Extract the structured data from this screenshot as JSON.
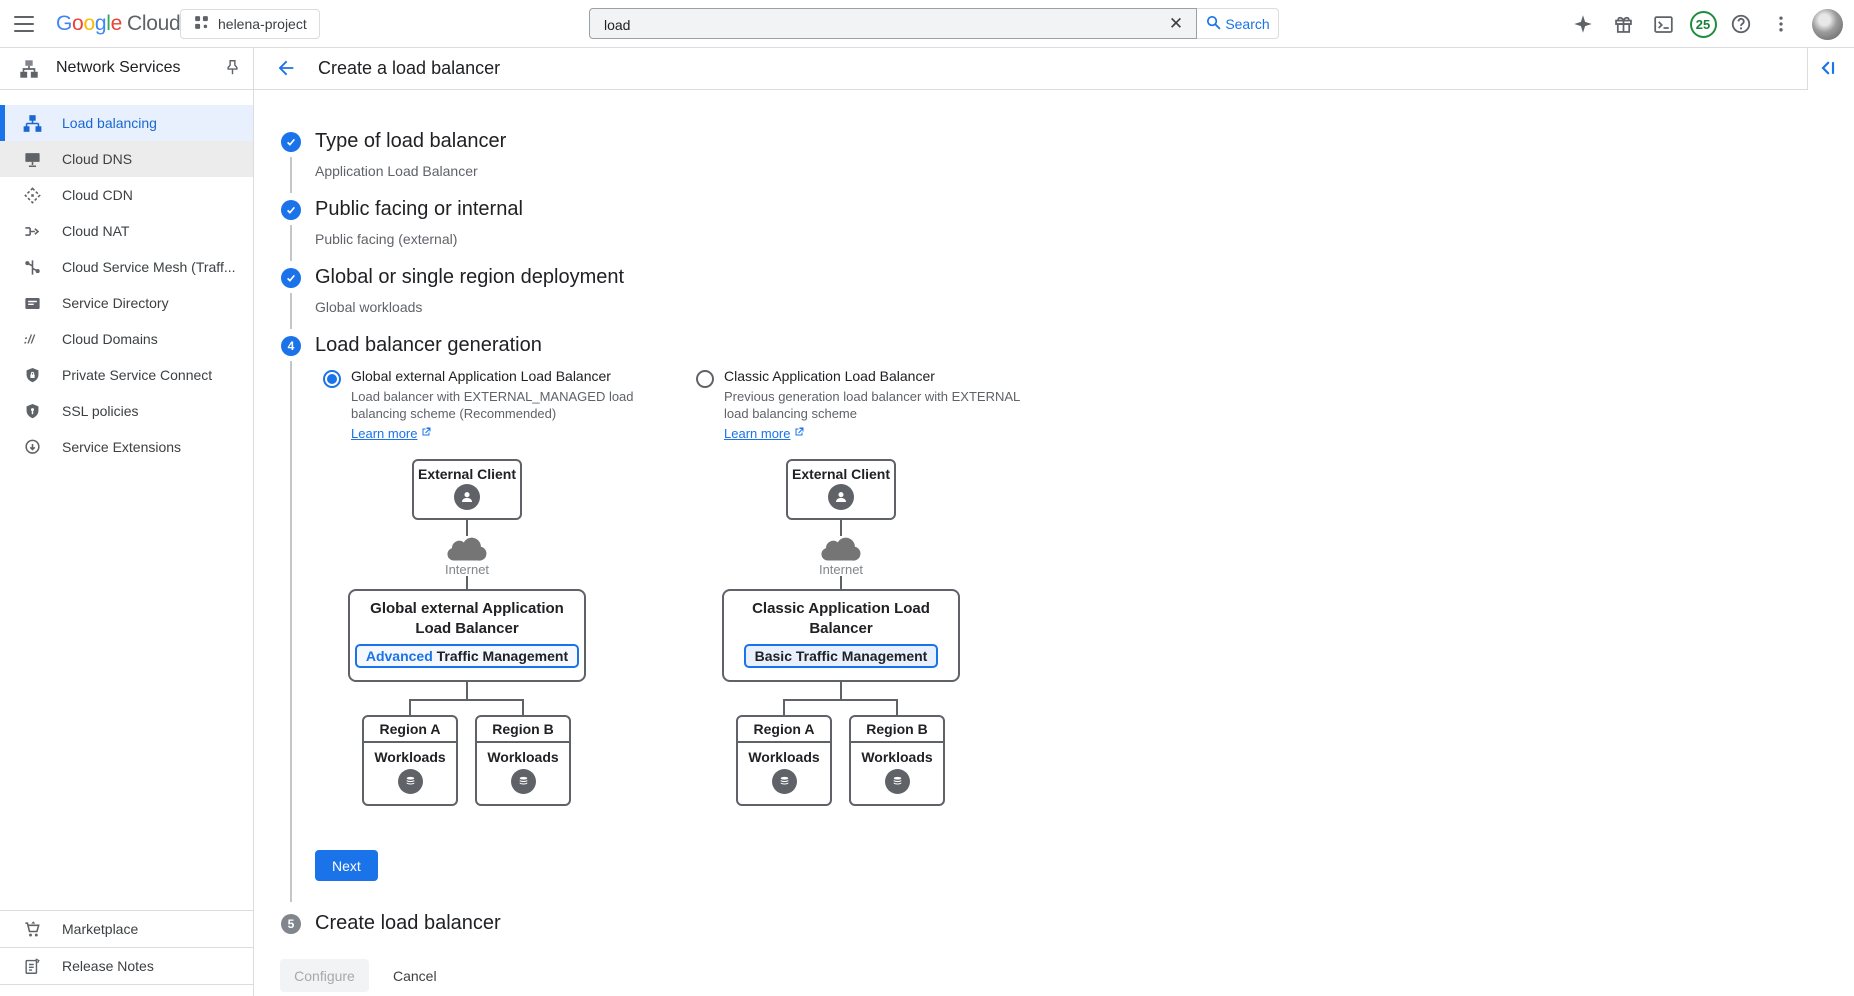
{
  "topbar": {
    "logo": {
      "google_letters": [
        [
          "G",
          "#4285F4"
        ],
        [
          "o",
          "#EA4335"
        ],
        [
          "o",
          "#FBBC04"
        ],
        [
          "g",
          "#4285F4"
        ],
        [
          "l",
          "#34A853"
        ],
        [
          "e",
          "#EA4335"
        ]
      ],
      "cloud_text": "Cloud"
    },
    "project_name": "helena-project",
    "search": {
      "value": "load",
      "button_label": "Search"
    },
    "credits_badge": "25"
  },
  "nav_header": {
    "title": "Network Services"
  },
  "page_header": {
    "title": "Create a load balancer"
  },
  "sidebar": {
    "items": [
      {
        "label": "Load balancing",
        "state": "active"
      },
      {
        "label": "Cloud DNS",
        "state": "hover"
      },
      {
        "label": "Cloud CDN",
        "state": ""
      },
      {
        "label": "Cloud NAT",
        "state": ""
      },
      {
        "label": "Cloud Service Mesh (Traff...",
        "state": ""
      },
      {
        "label": "Service Directory",
        "state": ""
      },
      {
        "label": "Cloud Domains",
        "state": ""
      },
      {
        "label": "Private Service Connect",
        "state": ""
      },
      {
        "label": "SSL policies",
        "state": ""
      },
      {
        "label": "Service Extensions",
        "state": ""
      }
    ],
    "footer_items": [
      {
        "label": "Marketplace"
      },
      {
        "label": "Release Notes"
      }
    ]
  },
  "stepper": {
    "steps": [
      {
        "number": "1",
        "title": "Type of load balancer",
        "value": "Application Load Balancer",
        "state": "done"
      },
      {
        "number": "2",
        "title": "Public facing or internal",
        "value": "Public facing (external)",
        "state": "done"
      },
      {
        "number": "3",
        "title": "Global or single region deployment",
        "value": "Global workloads",
        "state": "done"
      },
      {
        "number": "4",
        "title": "Load balancer generation",
        "state": "current"
      },
      {
        "number": "5",
        "title": "Create load balancer",
        "state": "pending"
      }
    ]
  },
  "generation": {
    "options": [
      {
        "label": "Global external Application Load Balancer",
        "description": "Load balancer with EXTERNAL_MANAGED load balancing scheme (Recommended)",
        "learn_more_label": "Learn more",
        "selected": true
      },
      {
        "label": "Classic Application Load Balancer",
        "description": "Previous generation load balancer with EXTERNAL load balancing scheme",
        "learn_more_label": "Learn more",
        "selected": false
      }
    ],
    "next_label": "Next"
  },
  "diagrams": [
    {
      "client": "External Client",
      "internet": "Internet",
      "lb_title": "Global external Application Load Balancer",
      "pill_highlight": "Advanced",
      "pill_rest": " Traffic Management",
      "regions": [
        {
          "name": "Region A",
          "body": "Workloads"
        },
        {
          "name": "Region B",
          "body": "Workloads"
        }
      ]
    },
    {
      "client": "External Client",
      "internet": "Internet",
      "lb_title": "Classic Application Load Balancer",
      "pill_highlight": "",
      "pill_rest": "Basic Traffic Management",
      "regions": [
        {
          "name": "Region A",
          "body": "Workloads"
        },
        {
          "name": "Region B",
          "body": "Workloads"
        }
      ]
    }
  ],
  "footer_actions": {
    "configure_label": "Configure",
    "cancel_label": "Cancel"
  },
  "icons": {
    "menu-icon": "hamburger",
    "project-icon": "dots",
    "clear-icon": "✕",
    "search-icon": "magnifier",
    "gemini-sparkle-icon": "✦",
    "gift-icon": "gift",
    "cloud-shell-icon": ">_",
    "help-icon": "?",
    "more-vert-icon": "⋮",
    "pin-icon": "push-pin",
    "back-arrow-icon": "←",
    "collapse-panel-icon": "‹|",
    "check-icon": "✓",
    "external-link-icon": "open-in-new",
    "person-icon": "person",
    "cloud-internet-icon": "cloud",
    "database-icon": "stacked-disks"
  },
  "colors": {
    "accent": "#1a73e8",
    "active_nav_text": "#1967d2",
    "active_nav_bg": "#e8f0fe",
    "credits_green": "#188038",
    "border": "#dadce0",
    "diagram_line": "#5f6368",
    "text_primary": "#202124",
    "text_secondary": "#5f6368"
  }
}
